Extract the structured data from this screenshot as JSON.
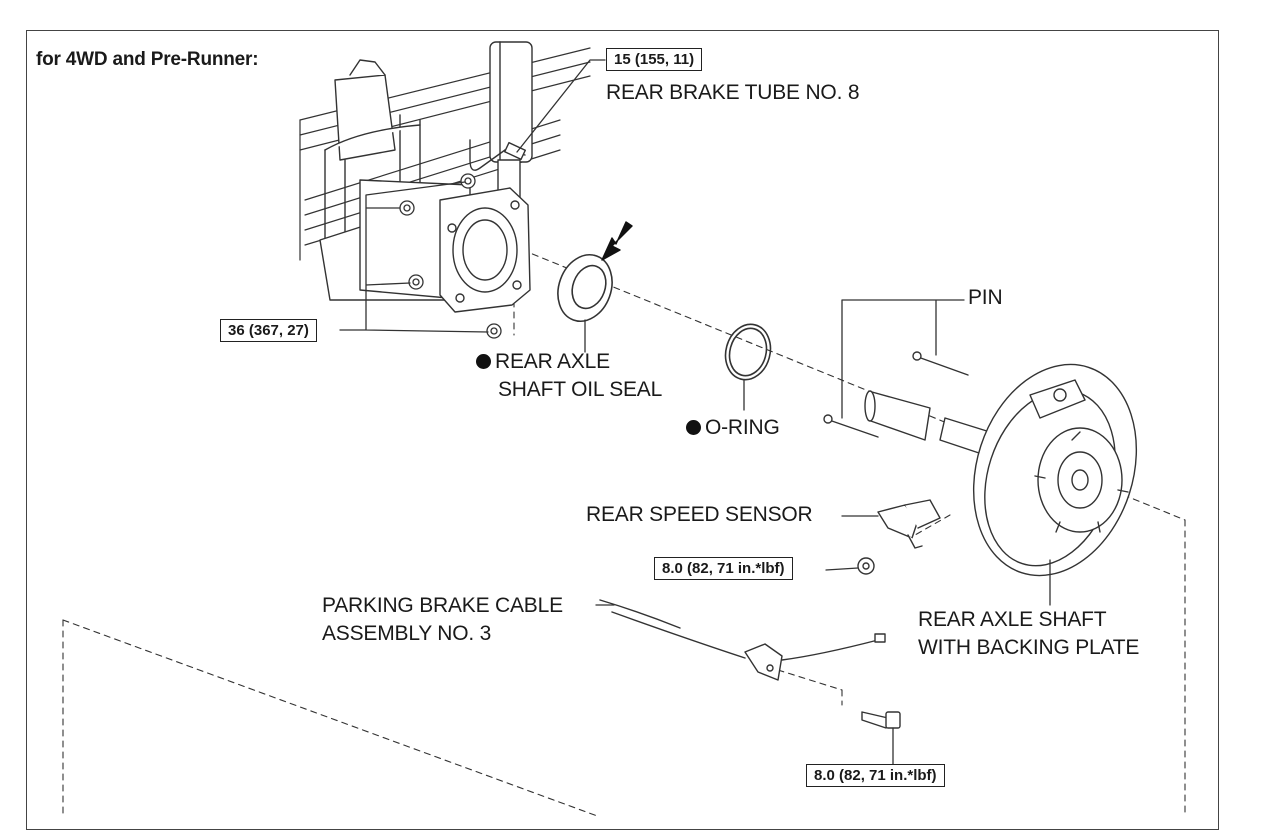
{
  "header": {
    "title": "for 4WD and Pre-Runner:"
  },
  "torque": {
    "brake_tube": "15 (155, 11)",
    "axle_housing_nuts": "36 (367, 27)",
    "speed_sensor_bolt": "8.0 (82, 71 in.*lbf)",
    "cable_bolt": "8.0 (82, 71 in.*lbf)"
  },
  "labels": {
    "rear_brake_tube": "REAR BRAKE TUBE NO. 8",
    "pin": "PIN",
    "oil_seal_line1": "REAR AXLE",
    "oil_seal_line2": "SHAFT OIL SEAL",
    "o_ring": "O-RING",
    "rear_speed_sensor": "REAR SPEED SENSOR",
    "parking_cable_line1": "PARKING BRAKE CABLE",
    "parking_cable_line2": "ASSEMBLY NO. 3",
    "axle_shaft_line1": "REAR AXLE SHAFT",
    "axle_shaft_line2": "WITH BACKING PLATE"
  }
}
